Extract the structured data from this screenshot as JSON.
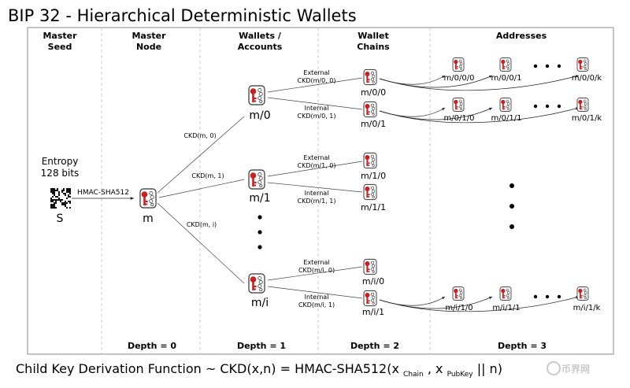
{
  "title": "BIP 32 - Hierarchical Deterministic Wallets",
  "columns": {
    "master_seed": [
      "Master",
      "Seed"
    ],
    "master_node": [
      "Master",
      "Node"
    ],
    "wallets": [
      "Wallets /",
      "Accounts"
    ],
    "chains": [
      "Wallet",
      "Chains"
    ],
    "addresses": "Addresses"
  },
  "seed": {
    "entropy": [
      "Entropy",
      "128 bits"
    ],
    "label": "S",
    "hmac": "HMAC-SHA512"
  },
  "master": {
    "label": "m"
  },
  "ckd_edges": [
    "CKD(m, 0)",
    "CKD(m, 1)",
    "CKD(m, i)"
  ],
  "wallets": [
    {
      "label": "m/0",
      "external_edge": [
        "External",
        "CKD(m/0, 0)"
      ],
      "internal_edge": [
        "Internal",
        "CKD(m/0, 1)"
      ],
      "chains": [
        "m/0/0",
        "m/0/1"
      ]
    },
    {
      "label": "m/1",
      "external_edge": [
        "External",
        "CKD(m/1, 0)"
      ],
      "internal_edge": [
        "Internal",
        "CKD(m/1, 1)"
      ],
      "chains": [
        "m/1/0",
        "m/1/1"
      ]
    },
    {
      "label": "m/i",
      "external_edge": [
        "External",
        "CKD(m/i, 0)"
      ],
      "internal_edge": [
        "Internal",
        "CKD(m/i, 1)"
      ],
      "chains": [
        "m/i/0",
        "m/i/1"
      ]
    }
  ],
  "address_rows": [
    [
      "m/0/0/0",
      "m/0/0/1",
      "m/0/0/k"
    ],
    [
      "m/0/1/0",
      "m/0/1/1",
      "m/0/1/k"
    ],
    [
      "m/i/1/0",
      "m/i/1/1",
      "m/i/1/k"
    ]
  ],
  "depths": [
    "Depth = 0",
    "Depth = 1",
    "Depth = 2",
    "Depth = 3"
  ],
  "formula": {
    "prefix": "Child Key Derivation Function ~  CKD(x,n) = HMAC-SHA512(x",
    "sub_chain": "Chain",
    "comma": ", x",
    "sub_pubkey": "PubKey",
    "suffix": "|| n)"
  },
  "watermark": "币界网",
  "colors": {
    "key_red": "#cc1f1f",
    "panel_border": "#888888",
    "divider": "#cfcfcf"
  }
}
